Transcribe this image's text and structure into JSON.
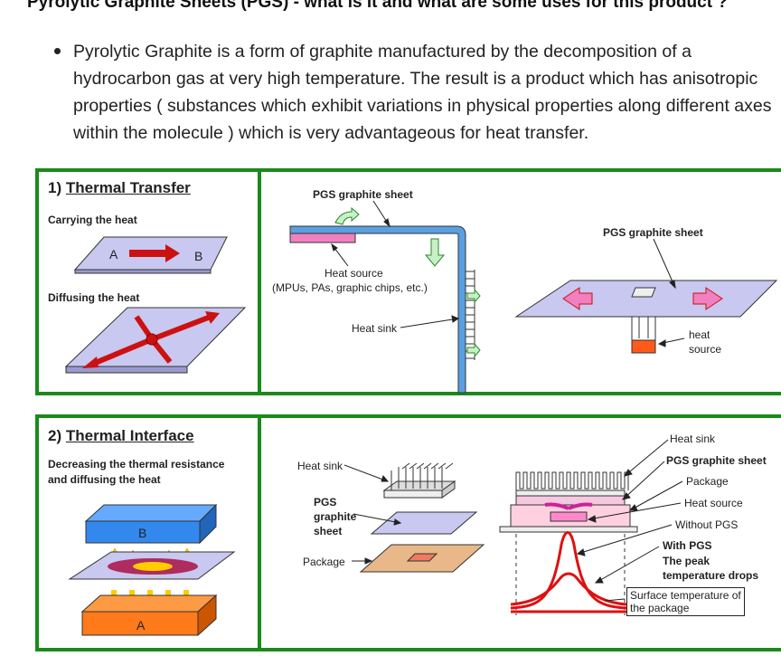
{
  "heading": "Pyrolytic Graphite Sheets (PGS) - what is it and what are some uses for this product ?",
  "bullet_lines": [
    "Pyrolytic Graphite is a form of graphite manufactured by the decomposition of a",
    "hydrocarbon gas at very high temperature. The result is a product which has anisotropic",
    "properties ( substances which exhibit variations in physical properties along different axes",
    "within the molecule ) which is very advantageous for heat transfer."
  ],
  "section1": {
    "number": "1)",
    "title": "Thermal Transfer",
    "carrying": "Carrying the heat",
    "diffusing": "Diffusing the heat",
    "label_a": "A",
    "label_b": "B",
    "pgs_sheet_label": "PGS graphite sheet",
    "heat_source_label": "Heat source",
    "heat_source_detail": "(MPUs, PAs, graphic chips, etc.)",
    "heat_sink_label": "Heat sink",
    "pgs_sheet_label2": "PGS graphite sheet",
    "heat_label": "heat",
    "source_label": "source"
  },
  "section2": {
    "number": "2)",
    "title": "Thermal Interface",
    "desc_line1": "Decreasing the thermal resistance",
    "desc_line2": "and diffusing the heat",
    "label_b": "B",
    "label_a": "A",
    "heat_sink": "Heat sink",
    "pgs_l1": "PGS",
    "pgs_l2": "graphite",
    "pgs_l3": "sheet",
    "package": "Package",
    "r_heat_sink": "Heat sink",
    "r_pgs": "PGS graphite sheet",
    "r_package": "Package",
    "r_heat_source": "Heat source",
    "r_without": "Without PGS",
    "r_with": "With PGS",
    "r_peak1": "The peak",
    "r_peak2": "temperature drops",
    "r_surface1": "Surface temperature of",
    "r_surface2": "the package"
  },
  "colors": {
    "border_green": "#1a8a1a",
    "sheet_lavender": "#c8c8f0",
    "arrow_red": "#cc1111",
    "pipe_blue": "#5aa0e0",
    "pink": "#f080c0",
    "orange": "#ff7a1a"
  }
}
